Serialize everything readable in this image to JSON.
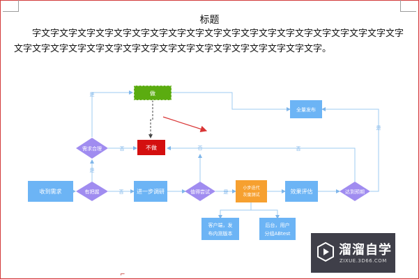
{
  "document": {
    "title": "标题",
    "paragraph": "字文字文字文字文字文字文字文字文字文字文字文字文字文字文字文字文字文字文字文字文字文字文字文字文字文字文字文字文字文字文字文字文字文字文字文字文字文字。"
  },
  "flowchart": {
    "nodes": {
      "receive": "收到需求",
      "has_pain": "有把握",
      "research": "进一步调研",
      "worth_try": "值得尝试",
      "iterate": "小步迭代\n灰度测试",
      "evaluate": "效果评估",
      "reach_goal": "达到预期",
      "reasonable": "需求合理",
      "do": "做",
      "not_do": "不做",
      "release": "全量发布",
      "client": "客户端，发\n布内测版本",
      "backend": "后台，用户\n分组ABtest"
    },
    "edge_labels": {
      "yes": "是",
      "no": "否"
    },
    "colors": {
      "blue": "#6cb4f5",
      "purple": "#a08cf0",
      "orange": "#f6a030",
      "green": "#5bac10",
      "red": "#d40f0f",
      "line": "#9ecbf2",
      "arrow_red": "#d93535"
    }
  },
  "watermark": {
    "name": "溜溜自学",
    "url": "ZIXUE.3D66.COM"
  }
}
